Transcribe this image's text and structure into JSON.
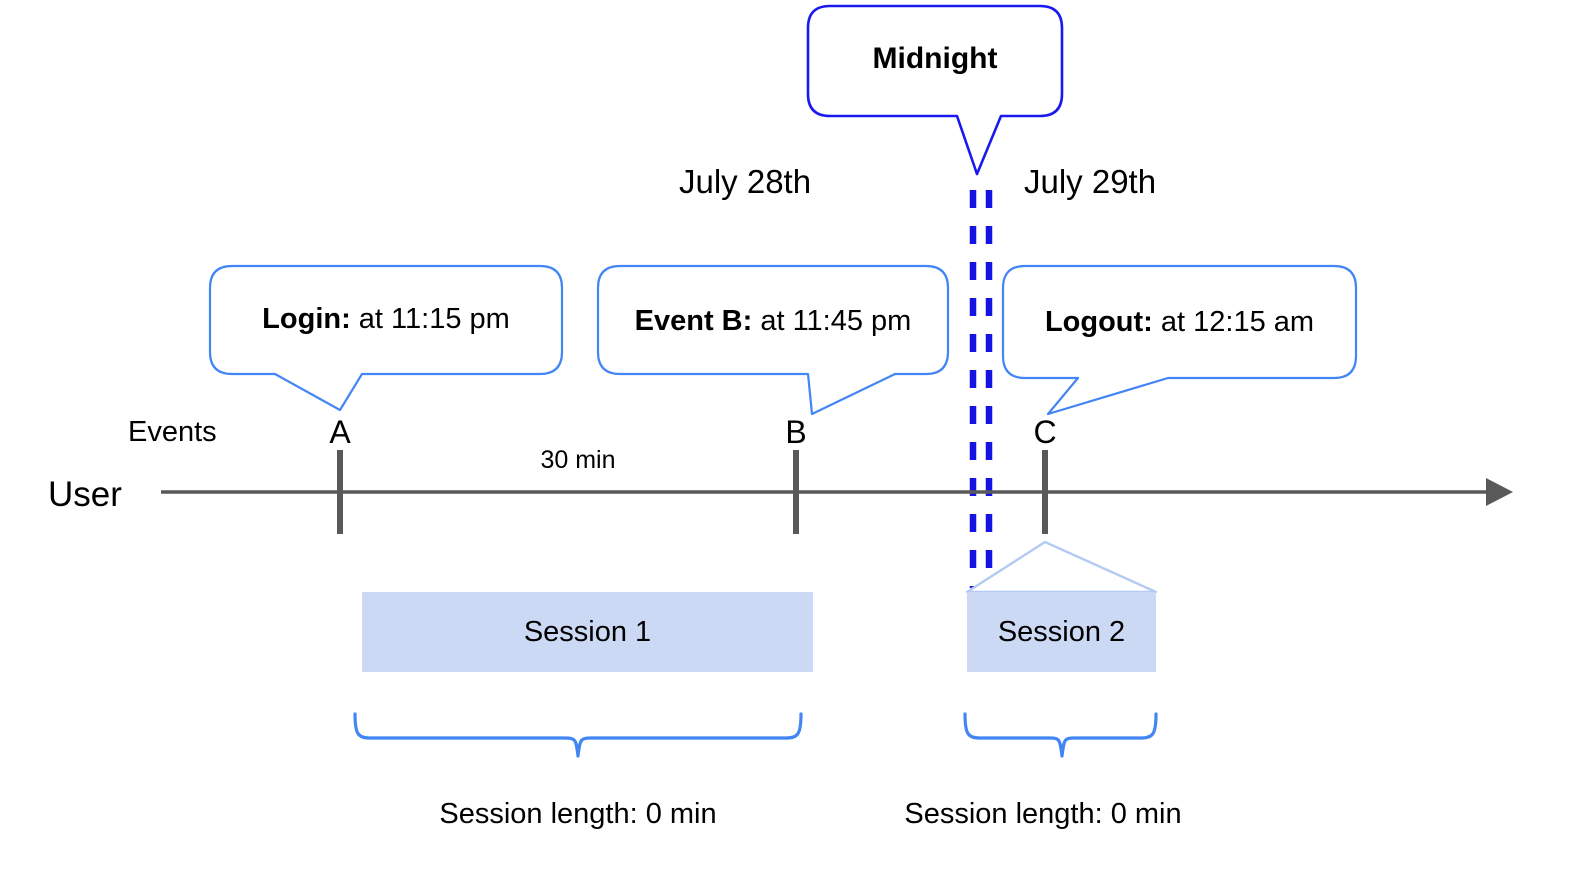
{
  "diagram": {
    "title_hidden": "User session timeline across midnight",
    "colors": {
      "callout_stroke": "#4285f4",
      "midnight_stroke": "#1a1aee",
      "midnight_dash": "#1414e6",
      "session_fill": "#ccd9f5",
      "session_connector": "#b3cbf2",
      "timeline": "#595959",
      "marker": "#595959",
      "brace": "#4285f4",
      "text": "#000000"
    }
  },
  "midnight_callout": {
    "label": "Midnight"
  },
  "dates": [
    {
      "label": "July 28th"
    },
    {
      "label": "July 29th"
    }
  ],
  "event_callouts": [
    {
      "lead": "Login:",
      "detail": " at 11:15 pm"
    },
    {
      "lead": "Event B:",
      "detail": " at 11:45 pm"
    },
    {
      "lead": "Logout:",
      "detail": " at 12:15 am"
    }
  ],
  "axis": {
    "row_label": "User",
    "events_label": "Events",
    "markers": [
      {
        "letter": "A"
      },
      {
        "letter": "B"
      },
      {
        "letter": "C"
      }
    ],
    "gap_label": "30 min"
  },
  "sessions": [
    {
      "label": "Session 1",
      "length_label": "Session length: 0 min"
    },
    {
      "label": "Session 2",
      "length_label": "Session length: 0 min"
    }
  ]
}
